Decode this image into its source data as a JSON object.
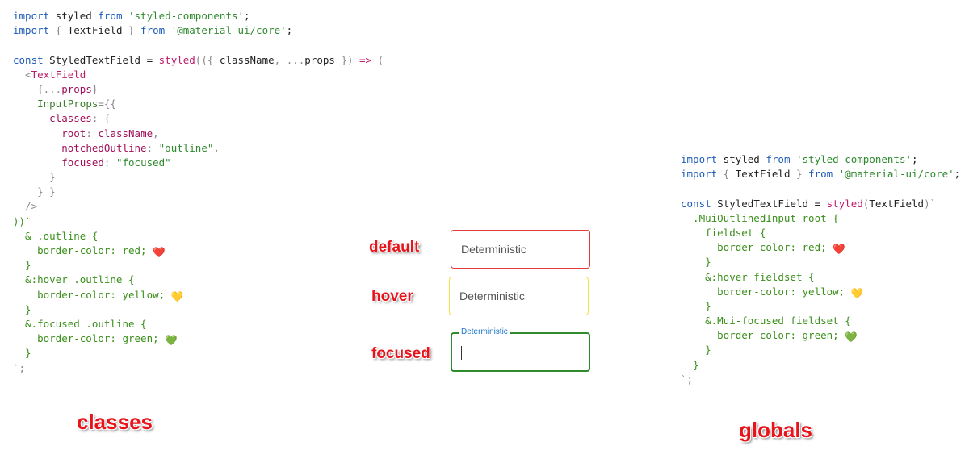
{
  "left_code": {
    "l1": {
      "a": "import",
      "b": " styled ",
      "c": "from",
      "d": " 'styled-components'",
      "e": ";"
    },
    "l2": {
      "a": "import",
      "b": " { ",
      "c": "TextField",
      "d": " } ",
      "e": "from",
      "f": " '@material-ui/core'",
      "g": ";"
    },
    "l3": {
      "a": "const",
      "b": " StyledTextField = ",
      "c": "styled",
      "d": "(({ ",
      "e": "className",
      ",f": ", ",
      "g": "...",
      "h": "props",
      "i": " }) ",
      "j": "=>",
      "k": " ("
    },
    "l4": {
      "a": "  <",
      "b": "TextField"
    },
    "l5": {
      "a": "    {...",
      "b": "props",
      "c": "}"
    },
    "l6": {
      "a": "    ",
      "b": "InputProps",
      "c": "={{"
    },
    "l7": {
      "a": "      ",
      "b": "classes",
      ",c": ": {"
    },
    "l8": {
      "a": "        ",
      "b": "root",
      ",c": ": ",
      "d": "className",
      ",e": ","
    },
    "l9": {
      "a": "        ",
      "b": "notchedOutline",
      ",c": ": ",
      "d": "\"outline\"",
      ",e": ","
    },
    "l10": {
      "a": "        ",
      "b": "focused",
      ",c": ": ",
      "d": "\"focused\""
    },
    "l11": "      }",
    "l12": "    } }",
    "l13": "  />",
    "l14": "))`",
    "l15": "  & .outline {",
    "l16": "    border-color: red; ",
    "l17": "  }",
    "l18": "  &:hover .outline {",
    "l19": "    border-color: yellow; ",
    "l20": "  }",
    "l21": "  &.focused .outline {",
    "l22": "    border-color: green; ",
    "l23": "  }",
    "l24": "`;"
  },
  "right_code": {
    "l1": {
      "a": "import",
      "b": " styled ",
      "c": "from",
      "d": " 'styled-components'",
      "e": ";"
    },
    "l2": {
      "a": "import",
      "b": " { ",
      "c": "TextField",
      "d": " } ",
      "e": "from",
      "f": " '@material-ui/core'",
      "g": ";"
    },
    "l3": {
      "a": "const",
      "b": " StyledTextField = ",
      "c": "styled",
      "d": "(",
      "e": "TextField",
      "f": ")`"
    },
    "l4": "  .MuiOutlinedInput-root {",
    "l5": "    fieldset {",
    "l6": "      border-color: red; ",
    "l7": "    }",
    "l8": "    &:hover fieldset {",
    "l9": "      border-color: yellow; ",
    "l10": "    }",
    "l11": "    &.Mui-focused fieldset {",
    "l12": "      border-color: green; ",
    "l13": "    }",
    "l14": "  }",
    "l15": "`;"
  },
  "emojis": {
    "red": "❤️",
    "yellow": "💛",
    "green": "💚"
  },
  "states": {
    "default": "default",
    "hover": "hover",
    "focused": "focused"
  },
  "textfield": {
    "placeholder": "Deterministic",
    "floating_label": "Deterministic"
  },
  "sections": {
    "left": "classes",
    "right": "globals"
  },
  "colors": {
    "red_border": "#e03a3a",
    "yellow_border": "#f0e24a",
    "green_border": "#2e8b2e",
    "label_red": "#e8141b",
    "focus_label": "#1a73c9"
  }
}
